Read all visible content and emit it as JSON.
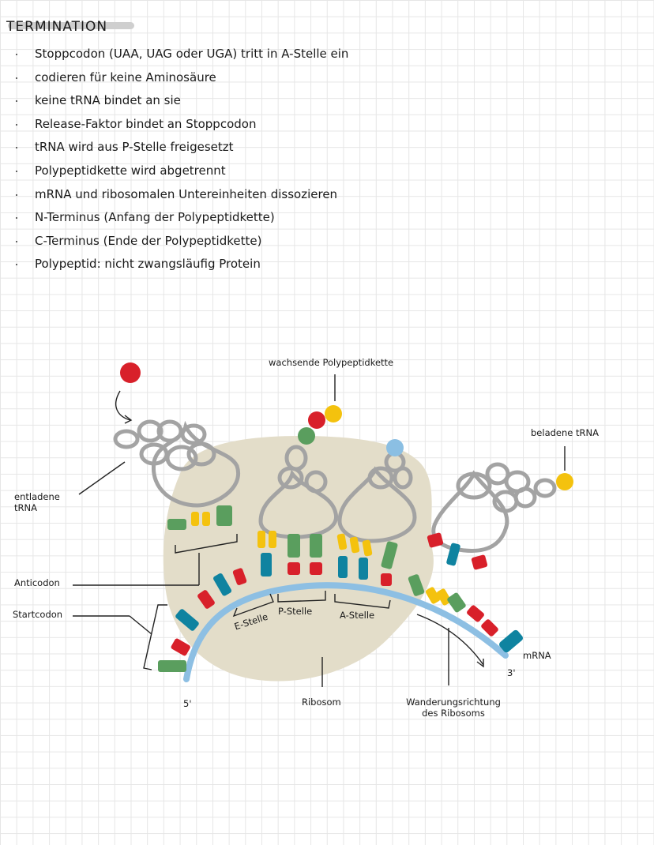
{
  "heading": "TERMINATION",
  "bullets": [
    "Stoppcodon (UAA, UAG oder UGA) tritt in A-Stelle ein",
    "codieren für keine Aminosäure",
    "keine tRNA bindet an sie",
    "Release-Faktor bindet an Stoppcodon",
    "tRNA wird aus P-Stelle freigesetzt",
    "Polypeptidkette wird abgetrennt",
    "mRNA und ribosomalen Untereinheiten dissozieren",
    "N-Terminus (Anfang der Polypeptidkette)",
    "C-Terminus (Ende der Polypeptidkette)",
    "Polypeptid: nicht zwangsläufig Protein"
  ],
  "diagram": {
    "labels": {
      "growing_chain": "wachsende Polypeptidkette",
      "loaded_trna": "beladene tRNA",
      "unloaded_trna": "entladene tRNA",
      "anticodon": "Anticodon",
      "startcodon": "Startcodon",
      "e_site": "E-Stelle",
      "p_site": "P-Stelle",
      "a_site": "A-Stelle",
      "ribosome": "Ribosom",
      "direction": "Wanderungsrichtung des Ribosoms",
      "mrna": "mRNA",
      "five_prime": "5'",
      "three_prime": "3'"
    },
    "colors": {
      "ribosome": "#e3ddc9",
      "mrna": "#8dbfe3",
      "trna": "#a3a3a3",
      "red": "#d8202a",
      "green": "#5a9e5e",
      "blue": "#0f83a0",
      "yellow": "#f4c20e",
      "light_blue": "#8bbfe3"
    }
  }
}
